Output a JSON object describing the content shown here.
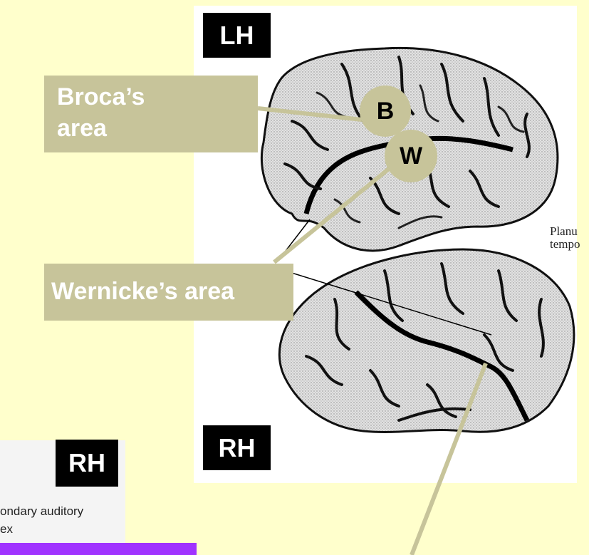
{
  "labels": {
    "lh_tag": "LH",
    "rh_tag_top": "RH",
    "rh_tag_left": "RH",
    "broca_line1": "Broca’s",
    "broca_line2": "area",
    "wernicke": "Wernicke’s area",
    "marker_b": "B",
    "marker_w": "W",
    "planum_line1": "Planu",
    "planum_line2": "tempo"
  },
  "scan_fragment": {
    "line1": "ondary auditory",
    "line2": "ex"
  },
  "colors": {
    "background": "#ffffcc",
    "label_box": "#c7c49a",
    "tag": "#000000",
    "purple_bar": "#a033ff"
  }
}
